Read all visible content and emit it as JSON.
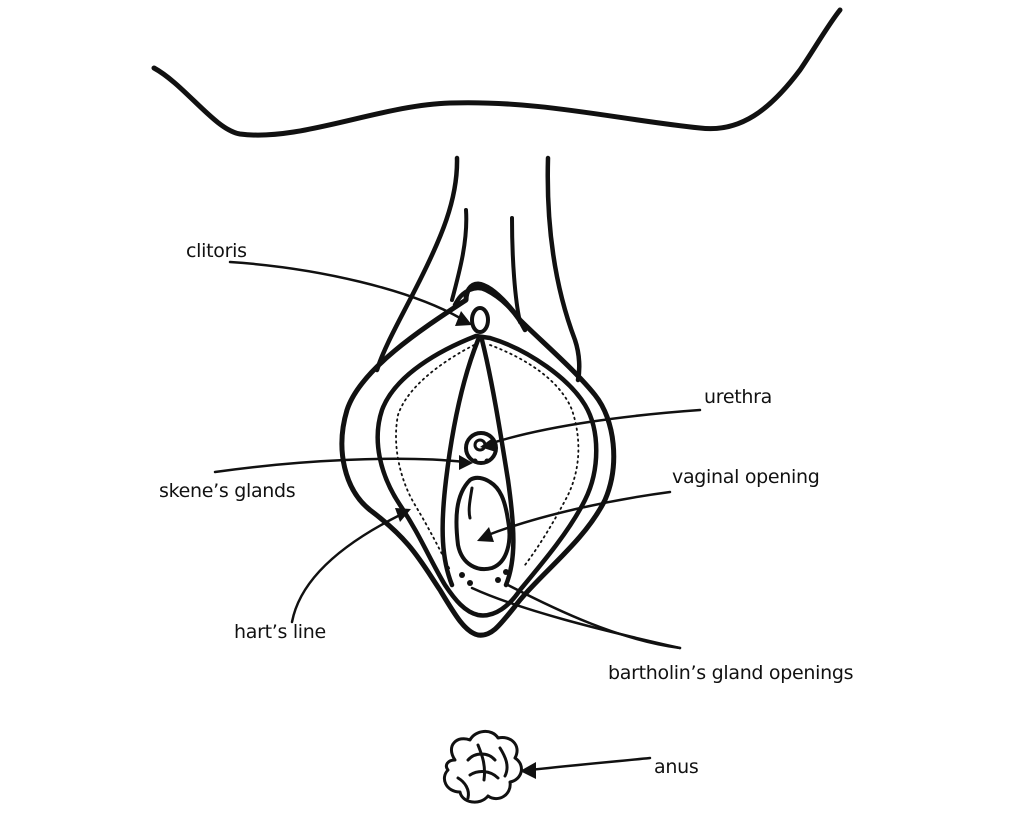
{
  "labels": {
    "clitoris": "clitoris",
    "urethra": "urethra",
    "skenes_glands": "skene’s glands",
    "vaginal_opening": "vaginal opening",
    "harts_line": "hart’s line",
    "bartholins_gland_openings": "bartholin’s gland openings",
    "anus": "anus"
  },
  "colors": {
    "ink": "#111111",
    "background": "#ffffff"
  }
}
